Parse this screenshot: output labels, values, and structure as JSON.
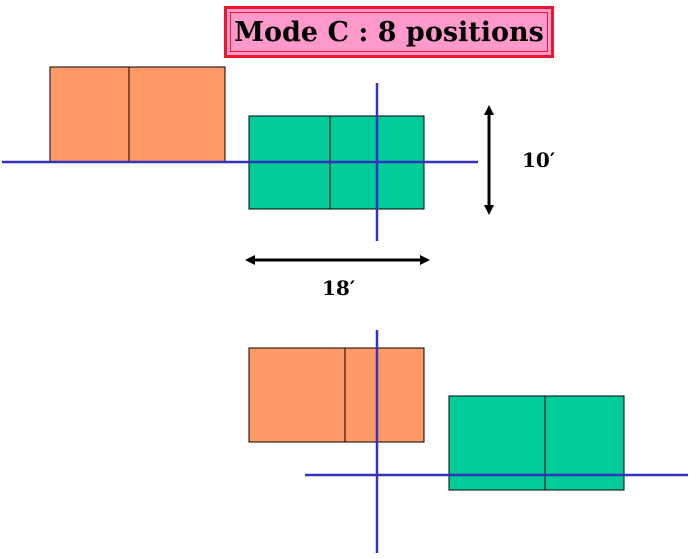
{
  "title": "Mode C : 8 positions",
  "colors": {
    "orange_fill": "#ff9966",
    "green_fill": "#00cc99",
    "axis_line": "#3333bb",
    "title_fill": "#ff99cc",
    "title_border": "#e8192c"
  },
  "dimensions": {
    "height_label": "10′",
    "width_label": "18′"
  }
}
